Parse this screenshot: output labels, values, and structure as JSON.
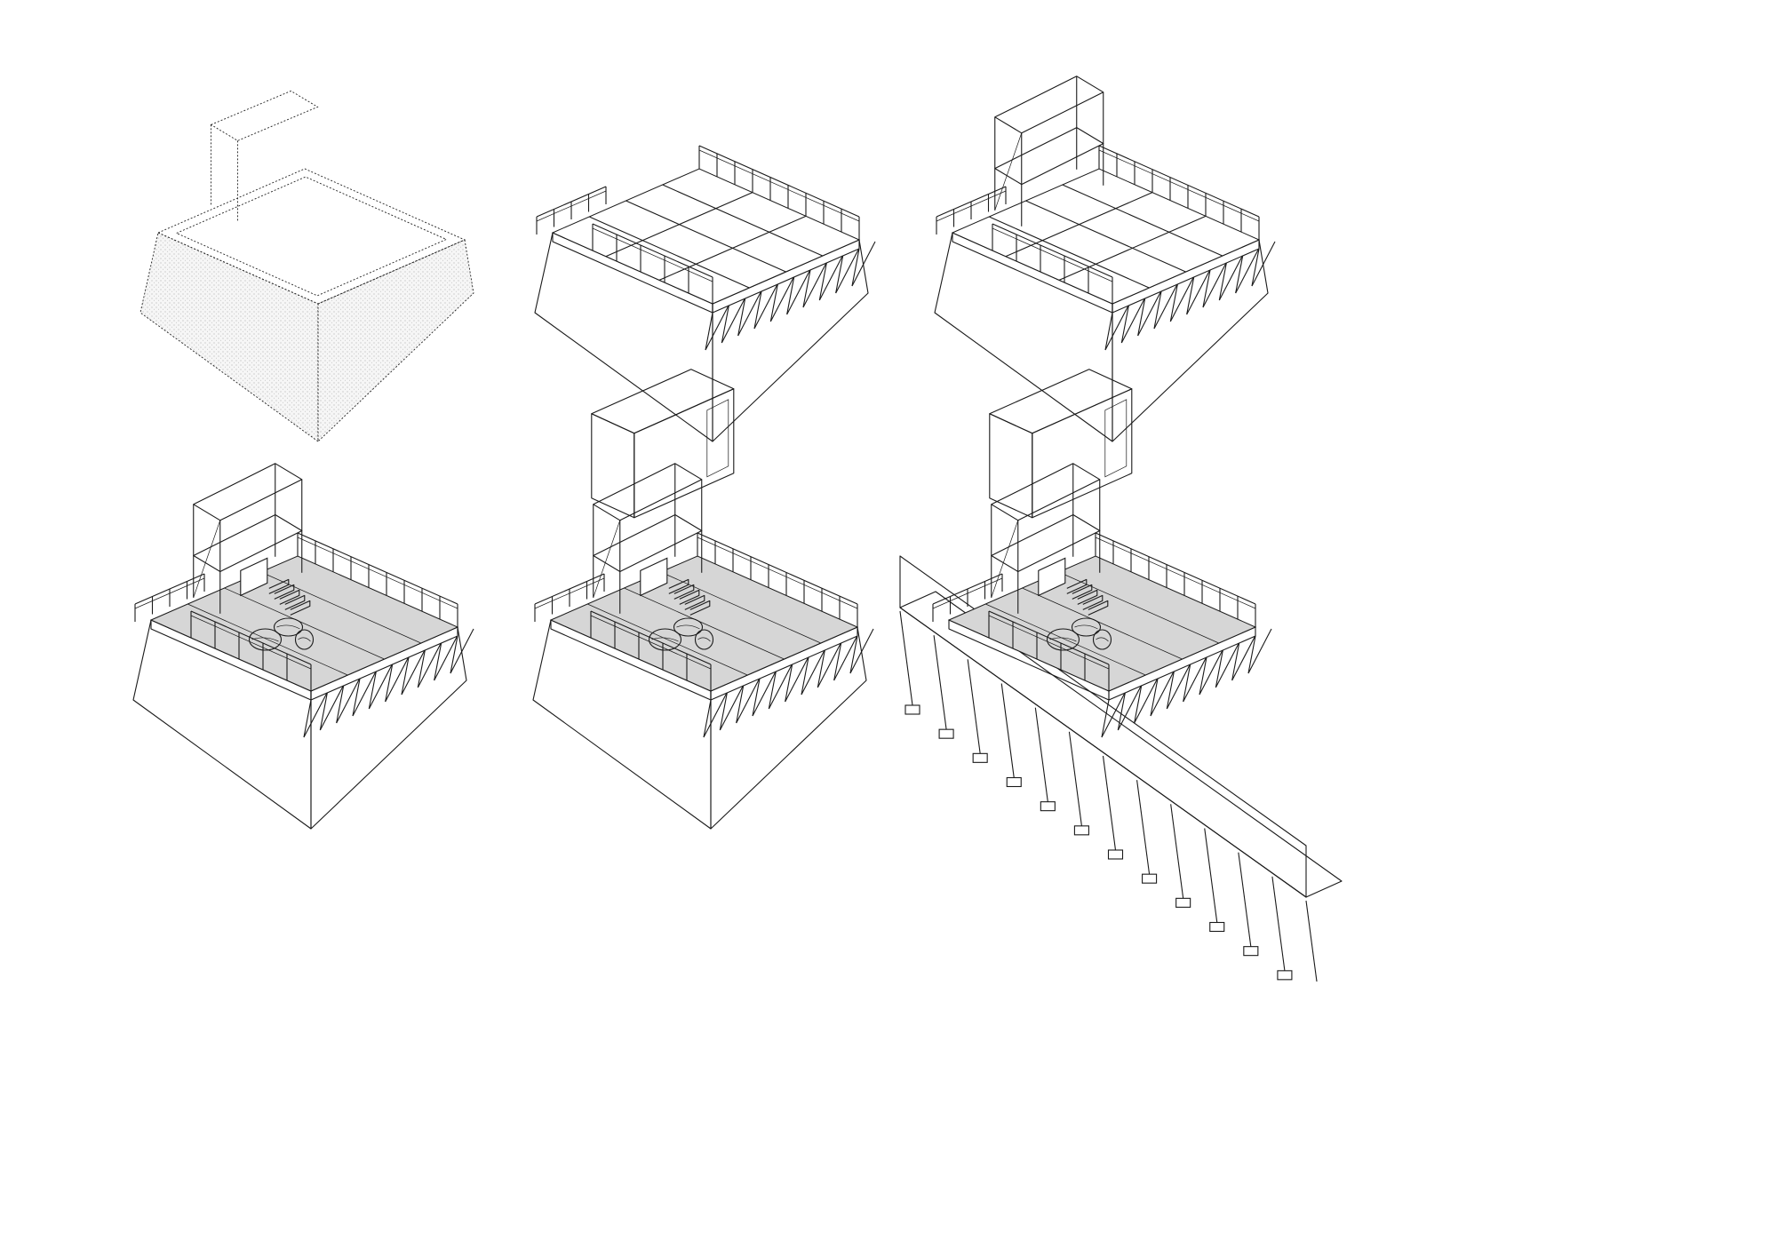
{
  "colors": {
    "background": "#ffffff",
    "line": "#1a1a1a",
    "terrain_fill": "#f3f3f3",
    "deck_fill": "#d6d6d6",
    "cabin_fill": "#f7f7f7",
    "walkway_fill": "#e2e2e2"
  },
  "panels": [
    {
      "id": "stage-1",
      "parts": [
        "terrain-massing"
      ],
      "style": "dotted outline"
    },
    {
      "id": "stage-2",
      "parts": [
        "terrain",
        "deck-frame",
        "railings",
        "cantilever-struts"
      ]
    },
    {
      "id": "stage-3",
      "parts": [
        "terrain",
        "deck-frame",
        "railings",
        "cantilever-struts",
        "tower-frame"
      ]
    },
    {
      "id": "stage-4",
      "parts": [
        "terrain",
        "deck-surface",
        "railings",
        "cantilever-struts",
        "tower-frame",
        "stairs",
        "rock-seats"
      ]
    },
    {
      "id": "stage-5",
      "parts": [
        "terrain",
        "deck-surface",
        "railings",
        "cantilever-struts",
        "tower-frame",
        "stairs",
        "rock-seats",
        "shingled-cabin"
      ]
    },
    {
      "id": "stage-6",
      "parts": [
        "deck-surface",
        "railings",
        "cantilever-struts",
        "tower-frame",
        "stairs",
        "rock-seats",
        "shingled-cabin",
        "access-walkway",
        "pier-footings"
      ]
    }
  ]
}
